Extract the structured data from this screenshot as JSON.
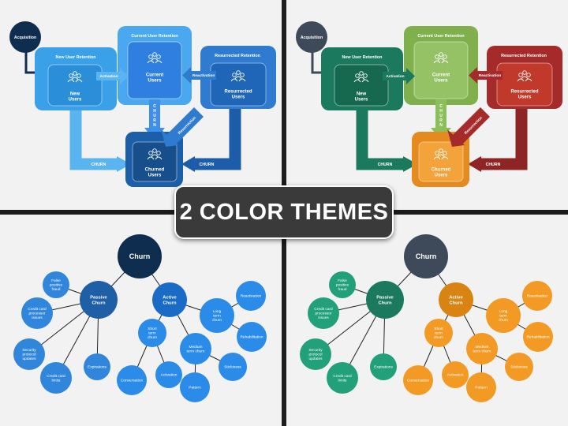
{
  "banner": "2 COLOR THEMES",
  "flow": {
    "acquisition": "Acquisition",
    "new_retention": "New User Retention",
    "current_retention": "Current User Retention",
    "resurrected_retention": "Resurrected Retention",
    "new_users": [
      "New",
      "Users"
    ],
    "current_users": [
      "Current",
      "Users"
    ],
    "resurrected_users": [
      "Resurrected",
      "Users"
    ],
    "churned_users": [
      "Churned",
      "Users"
    ],
    "activation": "Activation",
    "reactivation": "Reactivation",
    "resurrection": "Resurrection",
    "churn": "CHURN"
  },
  "mindmap": {
    "root": "Churn",
    "passive": [
      "Passive",
      "Churn"
    ],
    "active": [
      "Active",
      "Churn"
    ],
    "passive_children": [
      [
        "False",
        "positive",
        "fraud"
      ],
      [
        "Credit card",
        "processor",
        "issues"
      ],
      [
        "Security",
        "protocol",
        "updates"
      ],
      [
        "Credit card",
        "limits"
      ],
      [
        "Expirations"
      ]
    ],
    "active_children": [
      [
        "Short",
        "term",
        "churn"
      ],
      [
        "Long",
        "term",
        "churn"
      ],
      [
        "Medium",
        "term churn"
      ],
      [
        "Conversation"
      ],
      [
        "Activation"
      ],
      [
        "Pattern"
      ],
      [
        "Reactivation"
      ],
      [
        "Rehabilitation"
      ],
      [
        "Stickiness"
      ]
    ]
  },
  "themes": {
    "blue": {
      "acq": "#0f2d4f",
      "new": "#3aa0e8",
      "new_in": "#2a8fd8",
      "cur": "#4aa8f0",
      "cur_in": "#2f7fe0",
      "res": "#2e7bd0",
      "res_in": "#1f66b8",
      "chu": "#1b5fa8",
      "chu_in": "#174f8c",
      "arrow_new": "#5ab4f0",
      "arrow_cur": "#3f8fe8",
      "arrow_res": "#1d5ca8",
      "mm_root": "#0f2d4f",
      "mm_passive": "#1e5fa6",
      "mm_passive_leaf": "#2f86da",
      "mm_active": "#1a6bc6",
      "mm_active_leaf": "#2b8be8"
    },
    "color": {
      "acq": "#3e4a5a",
      "new": "#1b7a5e",
      "new_in": "#16684f",
      "cur": "#7fb04b",
      "cur_in": "#94c264",
      "res": "#a52a2a",
      "res_in": "#c0392b",
      "chu": "#e58a1e",
      "chu_in": "#f4a23a",
      "arrow_new": "#1b7a5e",
      "arrow_cur": "#8cbf5a",
      "arrow_res": "#8e2424",
      "mm_root": "#3e4a5a",
      "mm_passive": "#1b7a5e",
      "mm_passive_leaf": "#21a07a",
      "mm_active": "#d98313",
      "mm_active_leaf": "#f29a24"
    }
  }
}
